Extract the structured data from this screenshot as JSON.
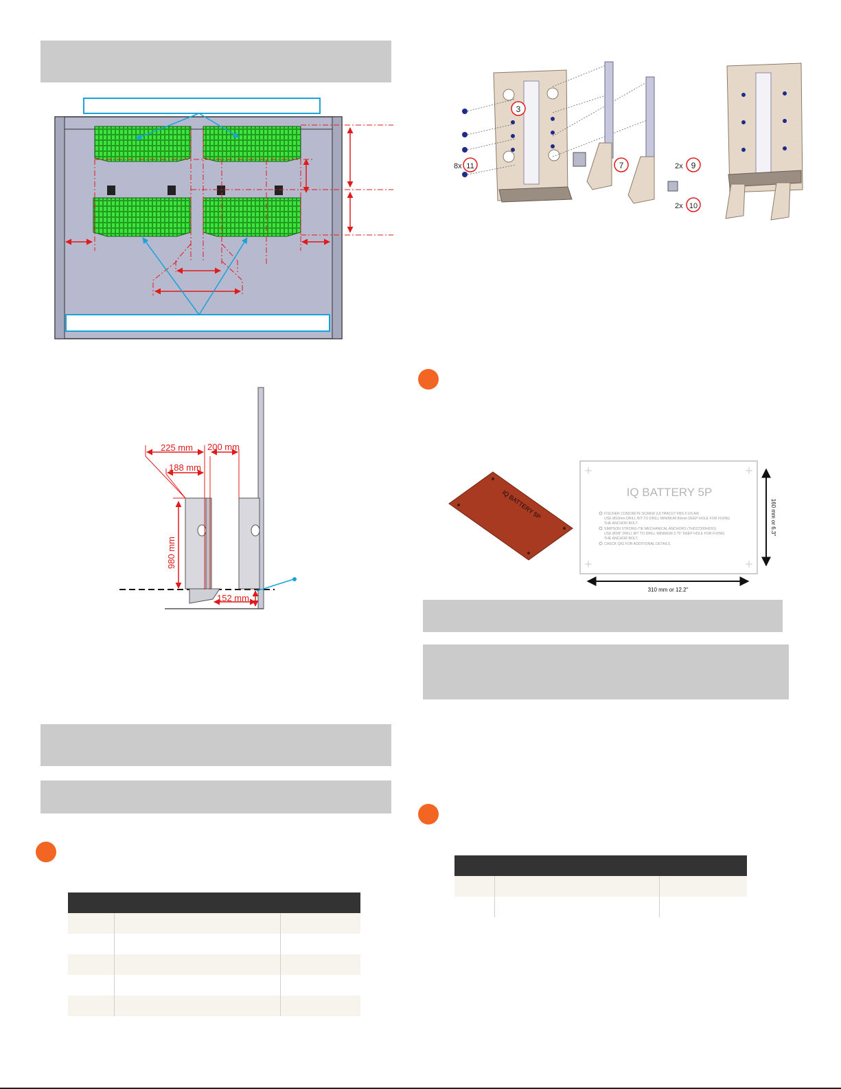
{
  "layout_figure": {
    "callout_top": "",
    "callout_bottom": ""
  },
  "side_view": {
    "dim_225": "225 mm",
    "dim_200": "200 mm",
    "dim_188": "188 mm",
    "dim_980": "980 mm",
    "dim_152": "152 mm"
  },
  "exploded_view": {
    "label_3": "3",
    "label_7": "7",
    "label_9": "9",
    "label_10": "10",
    "label_11": "11",
    "qty_8x": "8x",
    "qty_2x_a": "2x",
    "qty_2x_b": "2x"
  },
  "template": {
    "title": "IQ BATTERY 5P",
    "notes": [
      "FISCHER CONCRETE SCREW (ULTRACUT FBS II US A4)",
      "USE Ø10mm DRILL BIT TO DRILL MINIMUM 80mm DEEP HOLE FOR FIXING",
      "THE ANCHOR BOLT.",
      "SIMPSON STRONG-TIE MECHANICAL ANCHORS (THD37300H6SS)",
      "USE Ø3/8\" DRILL BIT TO DRILL MINIMUM 2.75\" DEEP HOLE FOR FIXING",
      "THE ANCHOR BOLT.",
      "CHECK QIG FOR ADDITIONAL DETAILS."
    ],
    "width_label": "310 mm or 12.2\"",
    "height_label": "160 mm or 6.3\"",
    "red_sheet_title": "IQ BATTERY 5P"
  },
  "colors": {
    "accent_orange": "#f26522",
    "table_header": "#333333",
    "grey_box": "#cbcbcb",
    "callout_blue": "#1aa3d9",
    "dimension_red": "#e01b1b"
  }
}
